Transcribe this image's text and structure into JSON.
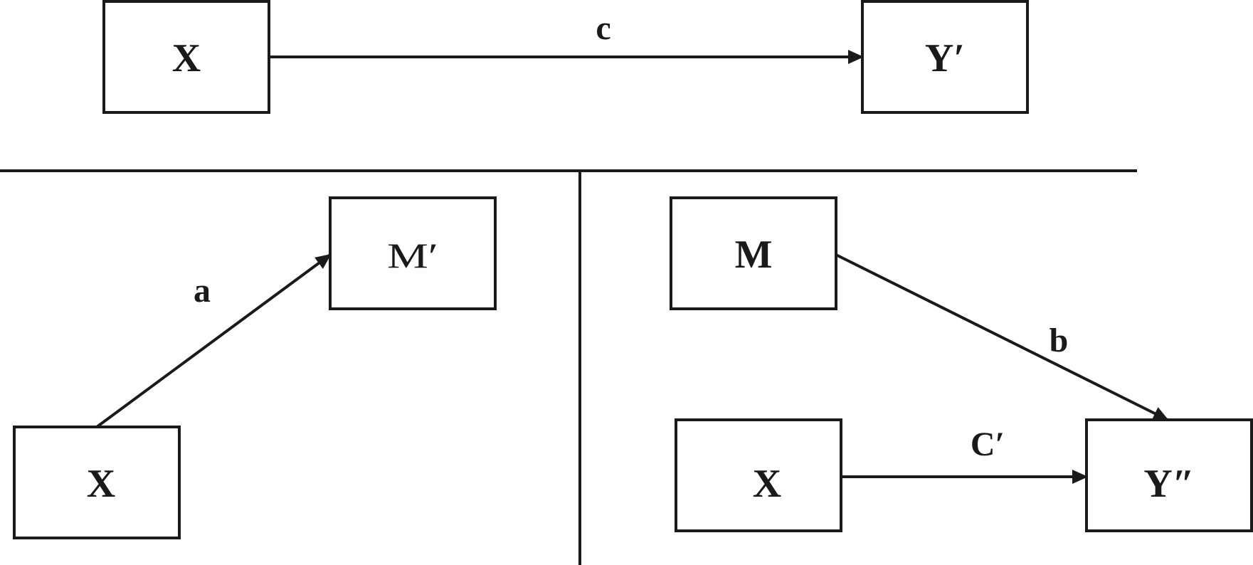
{
  "diagram": {
    "panels": {
      "total_effect": {
        "nodes": {
          "x": {
            "label": "X"
          },
          "y": {
            "label": "Y′"
          }
        },
        "edges": {
          "c": {
            "label": "c",
            "from": "X",
            "to": "Y′"
          }
        }
      },
      "mediator_path": {
        "nodes": {
          "x": {
            "label": "X"
          },
          "m": {
            "label": "M′"
          }
        },
        "edges": {
          "a": {
            "label": "a",
            "from": "X",
            "to": "M′"
          }
        }
      },
      "direct_effect": {
        "nodes": {
          "m": {
            "label": "M"
          },
          "x": {
            "label": "X"
          },
          "y": {
            "label": "Y″"
          }
        },
        "edges": {
          "b": {
            "label": "b",
            "from": "M",
            "to": "Y″"
          },
          "c_prime": {
            "label": "C′",
            "from": "X",
            "to": "Y″"
          }
        }
      }
    },
    "colors": {
      "stroke": "#1a1a1a",
      "background": "#ffffff"
    }
  }
}
